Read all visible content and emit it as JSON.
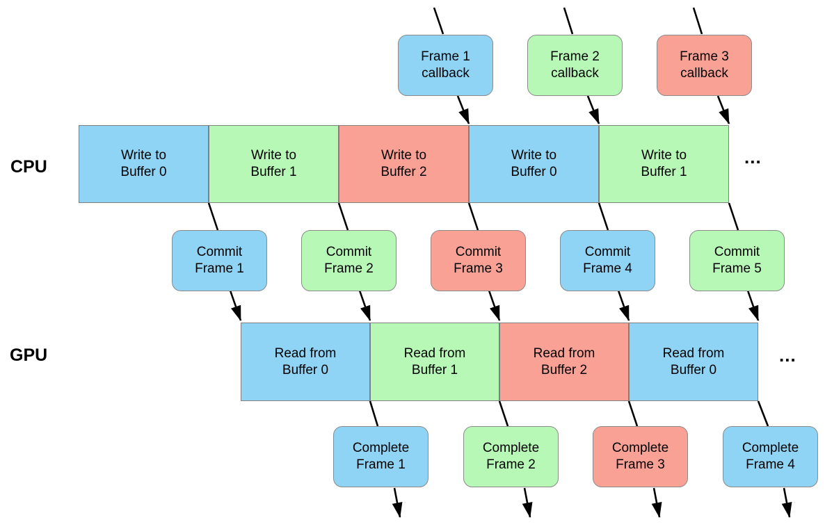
{
  "diagram": {
    "row_labels": {
      "cpu": "CPU",
      "gpu": "GPU"
    },
    "palette": {
      "blue": "#8fd3f5",
      "green": "#b7f8b6",
      "salmon": "#f9a195",
      "border": "#8a8a8a",
      "arrow": "#000000",
      "background": "#ffffff"
    },
    "callback_boxes": [
      {
        "label": "Frame 1\ncallback",
        "color": "#8fd3f5"
      },
      {
        "label": "Frame 2\ncallback",
        "color": "#b7f8b6"
      },
      {
        "label": "Frame 3\ncallback",
        "color": "#f9a195"
      }
    ],
    "cpu_timeline": {
      "ellipsis": "...",
      "segments": [
        {
          "label": "Write to\nBuffer 0",
          "color": "#8fd3f5"
        },
        {
          "label": "Write to\nBuffer 1",
          "color": "#b7f8b6"
        },
        {
          "label": "Write to\nBuffer 2",
          "color": "#f9a195"
        },
        {
          "label": "Write to\nBuffer 0",
          "color": "#8fd3f5"
        },
        {
          "label": "Write to\nBuffer 1",
          "color": "#b7f8b6"
        }
      ]
    },
    "commit_boxes": [
      {
        "label": "Commit\nFrame 1",
        "color": "#8fd3f5"
      },
      {
        "label": "Commit\nFrame 2",
        "color": "#b7f8b6"
      },
      {
        "label": "Commit\nFrame 3",
        "color": "#f9a195"
      },
      {
        "label": "Commit\nFrame 4",
        "color": "#8fd3f5"
      },
      {
        "label": "Commit\nFrame 5",
        "color": "#b7f8b6"
      }
    ],
    "gpu_timeline": {
      "ellipsis": "...",
      "segments": [
        {
          "label": "Read from\nBuffer 0",
          "color": "#8fd3f5"
        },
        {
          "label": "Read from\nBuffer 1",
          "color": "#b7f8b6"
        },
        {
          "label": "Read from\nBuffer 2",
          "color": "#f9a195"
        },
        {
          "label": "Read from\nBuffer 0",
          "color": "#8fd3f5"
        }
      ]
    },
    "complete_boxes": [
      {
        "label": "Complete\nFrame 1",
        "color": "#8fd3f5"
      },
      {
        "label": "Complete\nFrame 2",
        "color": "#b7f8b6"
      },
      {
        "label": "Complete\nFrame 3",
        "color": "#f9a195"
      },
      {
        "label": "Complete\nFrame 4",
        "color": "#8fd3f5"
      }
    ]
  }
}
